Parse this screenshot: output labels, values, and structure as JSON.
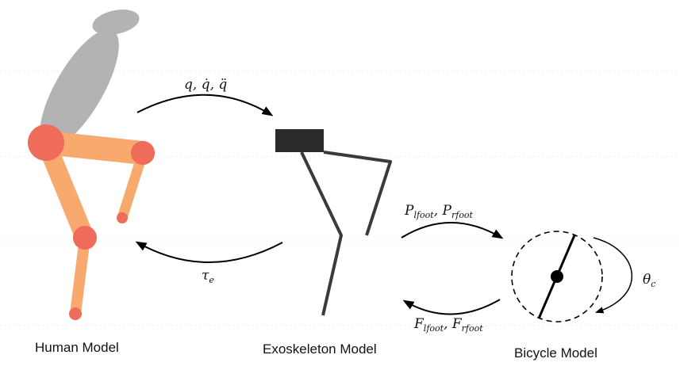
{
  "captions": {
    "human": "Human Model",
    "exo": "Exoskeleton Model",
    "bicycle": "Bicycle Model"
  },
  "arrow_labels": {
    "q_state": "q, q̇, q̈",
    "tau": {
      "base": "τ",
      "sub": "e"
    },
    "p_foot": {
      "p1": "P",
      "s1": "lfoot",
      "sep": ", ",
      "p2": "P",
      "s2": "rfoot"
    },
    "f_foot": {
      "p1": "F",
      "s1": "lfoot",
      "sep": ", ",
      "p2": "F",
      "s2": "rfoot"
    },
    "theta": {
      "base": "θ",
      "sub": "c"
    }
  },
  "colors": {
    "human_torso": "#b3b3b3",
    "human_limb": "#f8a96e",
    "human_joint": "#ef6b5a",
    "exo_body": "#2b2b2b",
    "exo_link": "#3a3a3a",
    "arrow": "#000000",
    "gridline": "#d9d9d9"
  }
}
